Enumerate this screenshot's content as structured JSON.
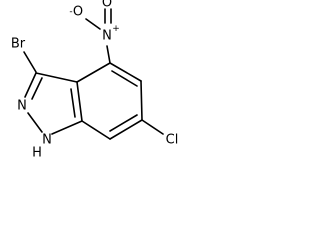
{
  "molecule": {
    "atoms": {
      "br": "Br",
      "n_ring": "N",
      "nh": "N",
      "nh_h": "H",
      "n_nitro": "N",
      "n_nitro_charge": "+",
      "o_top": "O",
      "o_left": "O",
      "o_left_charge": "-",
      "cl": "Cl"
    }
  }
}
